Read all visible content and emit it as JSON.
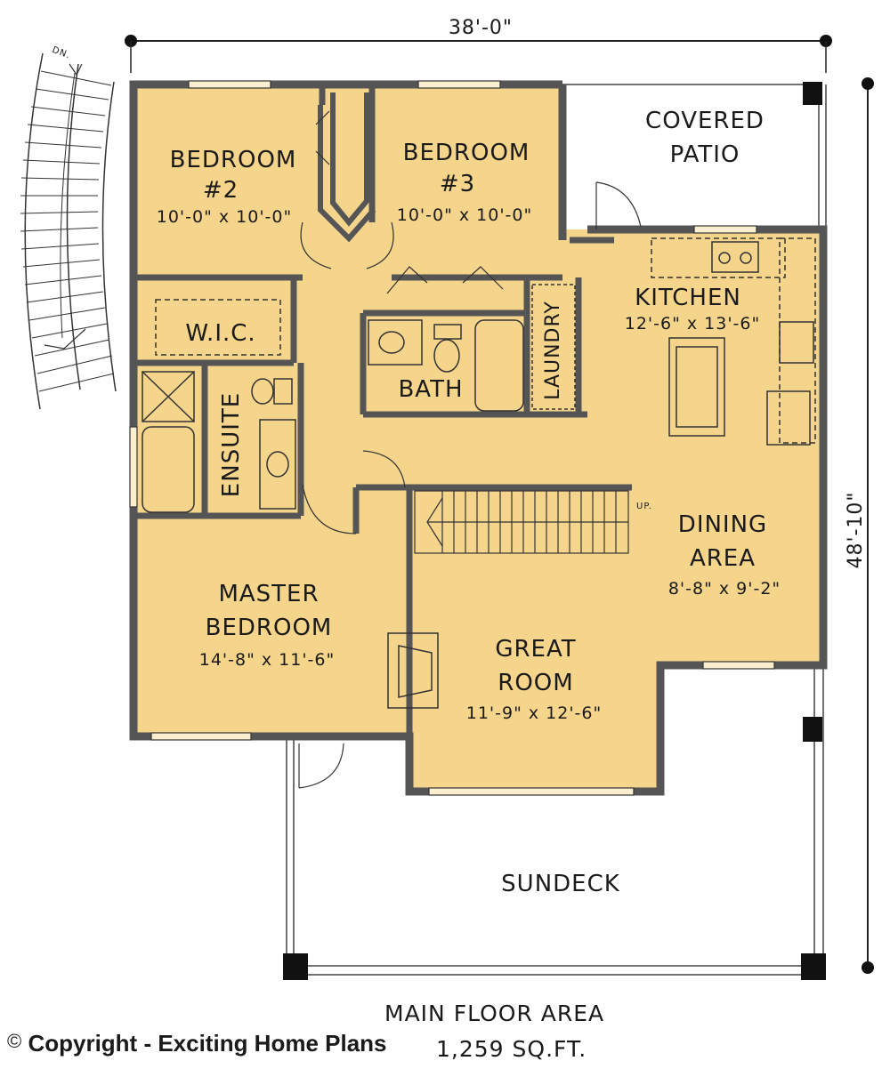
{
  "dimensions": {
    "width": "38'-0\"",
    "depth": "48'-10\""
  },
  "rooms": {
    "bedroom2": {
      "name": "BEDROOM",
      "number": "#2",
      "size": "10'-0\" x 10'-0\""
    },
    "bedroom3": {
      "name": "BEDROOM",
      "number": "#3",
      "size": "10'-0\" x 10'-0\""
    },
    "covered_patio": {
      "line1": "COVERED",
      "line2": "PATIO"
    },
    "kitchen": {
      "name": "KITCHEN",
      "size": "12'-6\" x 13'-6\""
    },
    "wic": {
      "name": "W.I.C."
    },
    "bath": {
      "name": "BATH"
    },
    "laundry": {
      "name": "LAUNDRY"
    },
    "ensuite": {
      "name": "ENSUITE"
    },
    "dining": {
      "line1": "DINING",
      "line2": "AREA",
      "size": "8'-8\" x 9'-2\""
    },
    "master": {
      "line1": "MASTER",
      "line2": "BEDROOM",
      "size": "14'-8\" x 11'-6\""
    },
    "great_room": {
      "line1": "GREAT",
      "line2": "ROOM",
      "size": "11'-9\" x 12'-6\""
    },
    "sundeck": {
      "name": "SUNDECK"
    }
  },
  "stairs": {
    "down_label": "DN.",
    "up_label": "UP."
  },
  "footer": {
    "copyright_symbol": "©",
    "copyright": "Copyright - Exciting Home Plans",
    "area_title": "MAIN FLOOR AREA",
    "area_value": "1,259 SQ.FT."
  },
  "colors": {
    "floor_fill": "#f5d48b",
    "wall": "#555555",
    "line": "#333333"
  }
}
